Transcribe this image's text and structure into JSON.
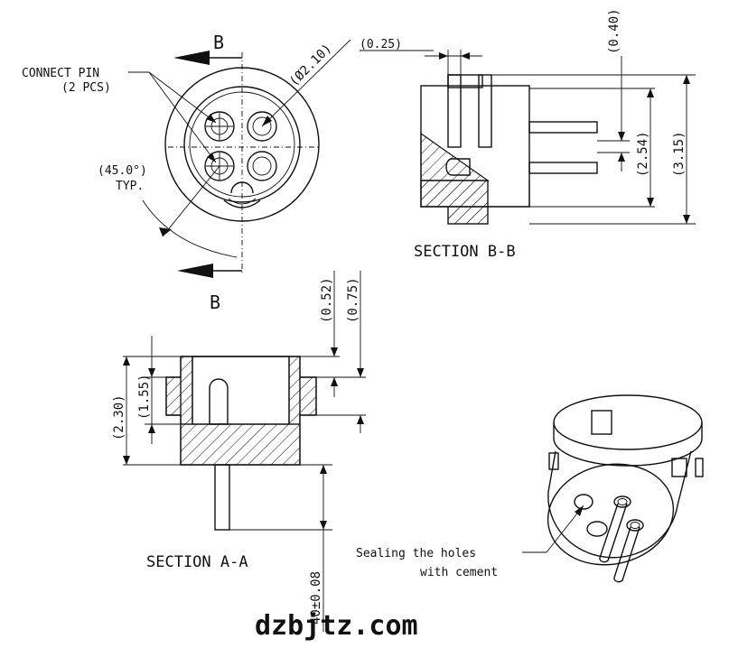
{
  "labels": {
    "connect_pin": "CONNECT PIN",
    "pcs": "(2 PCS)",
    "angle": "(45.0°)",
    "typ": "TYP.",
    "dia": "(Ø2.10)",
    "b_top": "B",
    "b_bottom": "B",
    "section_bb": "SECTION  B-B",
    "section_aa": "SECTION  A-A",
    "sealing1": "Sealing the holes",
    "sealing2": "with cement",
    "watermark": "dzbjtz.com"
  },
  "dims": {
    "d025": "(0.25)",
    "d040": "(0.40)",
    "d254": "(2.54)",
    "d315": "(3.15)",
    "d052": "(0.52)",
    "d075": "(0.75)",
    "d230": "(2.30)",
    "d155": "(1.55)",
    "d40": "40±0.08"
  }
}
